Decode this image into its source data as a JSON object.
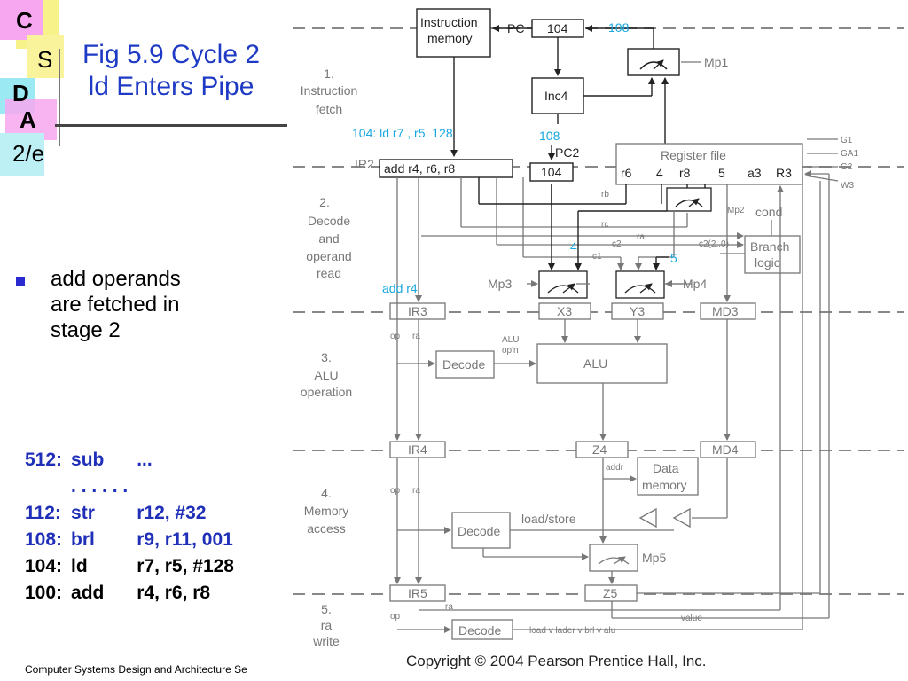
{
  "logo": {
    "letters": [
      "C",
      "S",
      "D",
      "A"
    ]
  },
  "slide": {
    "title_line1": "Fig 5.9  Cycle 2",
    "title_line2": "ld Enters Pipe",
    "edition": "2/e",
    "bullet": "add operands are fetched in stage 2",
    "footer": "Computer Systems Design and Architecture Se",
    "copyright": "Copyright © 2004 Pearson Prentice Hall, Inc."
  },
  "code_listing": [
    {
      "addr": "512:",
      "op": "sub",
      "args": "...",
      "color": "#1f2fb8"
    },
    {
      "addr": "",
      "op": ". . . . . .",
      "args": "",
      "color": "#1f2fb8"
    },
    {
      "addr": "112:",
      "op": "str",
      "args": "r12, #32",
      "color": "#1f2fb8"
    },
    {
      "addr": "108:",
      "op": "brl",
      "args": "r9, r11, 001",
      "color": "#1f2fb8"
    },
    {
      "addr": "104:",
      "op": "ld",
      "args": "r7, r5, #128",
      "color": "#000000"
    },
    {
      "addr": "100:",
      "op": "add",
      "args": "r4, r6, r8",
      "color": "#000000"
    }
  ],
  "diagram": {
    "stages": {
      "s1": [
        "1.",
        "Instruction",
        "fetch"
      ],
      "s2": [
        "2.",
        "Decode",
        "and",
        "operand",
        "read"
      ],
      "s3": [
        "3.",
        "ALU",
        "operation"
      ],
      "s4": [
        "4.",
        "Memory",
        "access"
      ],
      "s5": [
        "5.",
        "ra",
        "write"
      ]
    },
    "blocks": {
      "imem1": "Instruction",
      "imem2": "memory",
      "pc_label": "PC",
      "pc_value": "104",
      "inc4": "Inc4",
      "mp1": "Mp1",
      "regfile": "Register file",
      "ir2_label": "IR2",
      "ir2_value": "add  r4, r6, r8",
      "pc2_value": "104",
      "pc2_label": "PC2",
      "rf_r6": "r6",
      "rf_4": "4",
      "rf_r8": "r8",
      "rf_5": "5",
      "rf_a3": "a3",
      "rf_R3": "R3",
      "mp2": "Mp2",
      "cond": "cond",
      "branch1": "Branch",
      "branch2": "logic",
      "mp3": "Mp3",
      "mp4": "Mp4",
      "ir3": "IR3",
      "x3": "X3",
      "y3": "Y3",
      "md3": "MD3",
      "decode3": "Decode",
      "alu_opn1": "ALU",
      "alu_opn2": "op'n",
      "alu": "ALU",
      "ir4": "IR4",
      "z4": "Z4",
      "md4": "MD4",
      "addr": "addr",
      "dmem1": "Data",
      "dmem2": "memory",
      "decode4": "Decode",
      "loadstore": "load/store",
      "mp5": "Mp5",
      "ir5": "IR5",
      "z5": "Z5",
      "decode5": "Decode",
      "decode5_out": "load v lader v brl v alu",
      "value": "value",
      "op": "op",
      "ra": "ra",
      "rb": "rb",
      "rc": "rc",
      "c1": "c1",
      "c2": "c2",
      "c2_20": "c2(2..0)",
      "g1": "G1",
      "ga1": "GA1",
      "g2": "G2",
      "w3": "W3"
    },
    "annotations": {
      "pc_next": "108",
      "pc2_in": "108",
      "fetched": "104:  ld   r7 , r5,     128",
      "mp3_in": "4",
      "mp4_in": "5",
      "ir3_in": "add   r4"
    }
  },
  "colors": {
    "accent_blue": "#1f3ac4",
    "annotation_cyan": "#1aa7e0",
    "diagram_gray": "#777777"
  }
}
